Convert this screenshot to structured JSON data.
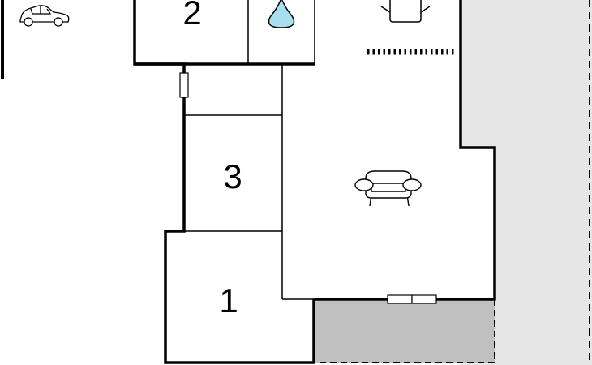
{
  "floorplan": {
    "rooms": [
      {
        "label": "2",
        "kind": "bedroom"
      },
      {
        "label": "3",
        "kind": "bedroom"
      },
      {
        "label": "1",
        "kind": "bedroom"
      }
    ],
    "icons": {
      "car": "car-icon",
      "bathroom": "water-drop-icon",
      "kitchen": "cooking-pot-icon",
      "living": "sofa-icon"
    },
    "colors": {
      "wall": "#000000",
      "exterior_area": "#e6e6e6",
      "terrace": "#c0c0c0",
      "water_drop": "#a8dff0"
    }
  }
}
